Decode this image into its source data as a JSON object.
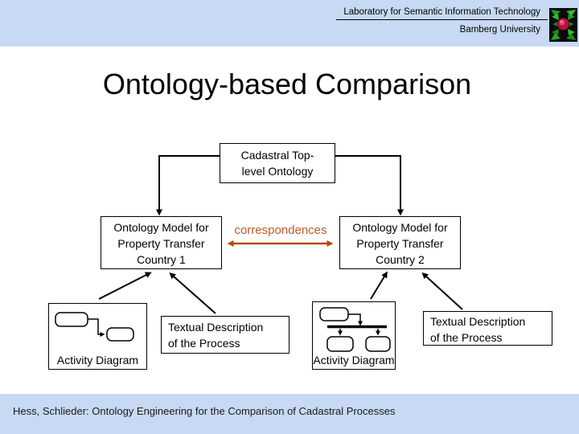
{
  "slide": {
    "background_color": "#ffffff",
    "band_color": "#c7d9f3"
  },
  "header": {
    "lab_name": "Laboratory for Semantic Information Technology",
    "university_name": "Bamberg University",
    "logo": "bamberg-university-logo"
  },
  "title": "Ontology-based Comparison",
  "diagram": {
    "top_box": {
      "lines": [
        "Cadastral Top-",
        "level Ontology"
      ]
    },
    "left_model_box": {
      "lines": [
        "Ontology Model for",
        "Property Transfer",
        "Country 1"
      ]
    },
    "right_model_box": {
      "lines": [
        "Ontology Model for",
        "Property Transfer",
        "Country 2"
      ]
    },
    "correspondences": {
      "label": "correspondences",
      "text_color": "#c05a28",
      "arrow_color": "#b34a10"
    },
    "left_activity_box": {
      "label": "Activity Diagram"
    },
    "right_activity_box": {
      "label": "Activity Diagram"
    },
    "left_textual_box": {
      "lines": [
        "Textual Description",
        "of the Process"
      ]
    },
    "right_textual_box": {
      "lines": [
        "Textual Description",
        "of the Process"
      ]
    },
    "line_color": "#000000"
  },
  "footer": {
    "citation": "Hess, Schlieder: Ontology Engineering for the Comparison of Cadastral Processes"
  }
}
